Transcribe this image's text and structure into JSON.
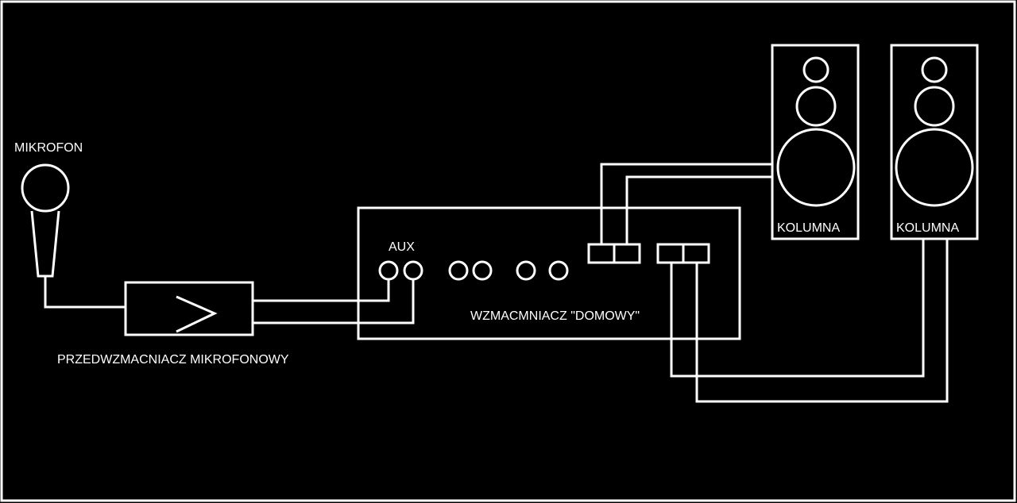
{
  "colors": {
    "background": "#000000",
    "line": "#ffffff",
    "text": "#ffffff"
  },
  "labels": {
    "microphone": "MIKROFON",
    "preamp": "PRZEDWZMACNIACZ MIKROFONOWY",
    "aux": "AUX",
    "amplifier": "WZMACMNIACZ \"DOMOWY\"",
    "speaker_left": "KOLUMNA",
    "speaker_right": "KOLUMNA"
  }
}
